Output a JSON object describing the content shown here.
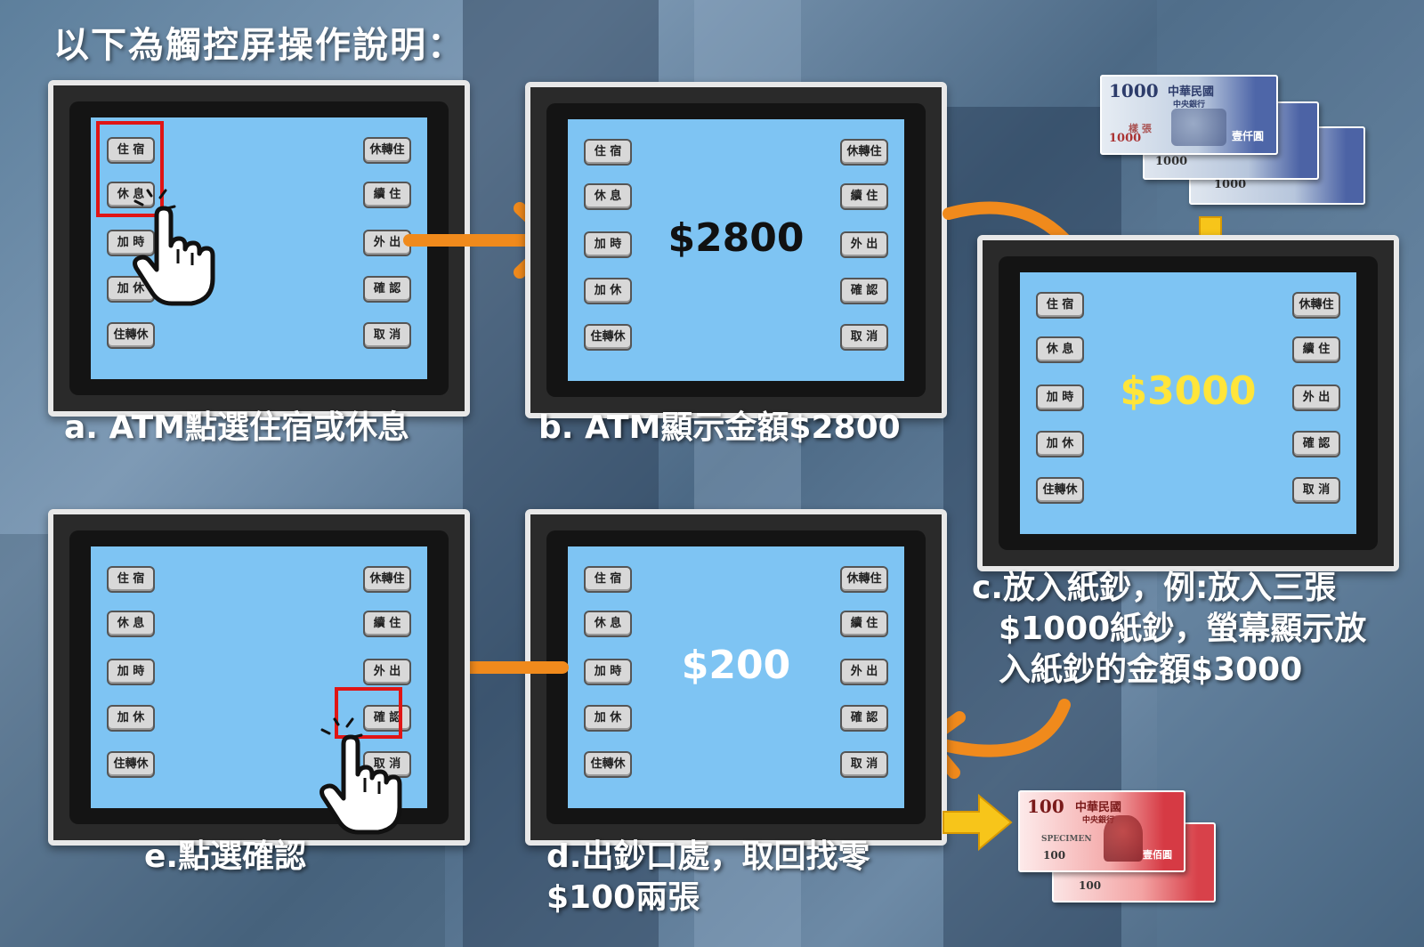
{
  "title": "以下為觸控屏操作說明：",
  "buttons": {
    "left": [
      "住 宿",
      "休 息",
      "加 時",
      "加 休",
      "住轉休"
    ],
    "right": [
      "休轉住",
      "續 住",
      "外 出",
      "確 認",
      "取 消"
    ]
  },
  "panels": {
    "a": {
      "caption": "a. ATM點選住宿或休息"
    },
    "b": {
      "caption": "b. ATM顯示金額$2800",
      "amount": "$2800"
    },
    "c": {
      "caption_line1": "c.放入紙鈔，例:放入三張",
      "caption_line2": "$1000紙鈔，螢幕顯示放",
      "caption_line3": "入紙鈔的金額$3000",
      "amount": "$3000"
    },
    "d": {
      "caption_line1": "d.出鈔口處，取回找零",
      "caption_line2": "$100兩張",
      "amount": "$200"
    },
    "e": {
      "caption": "e.點選確認"
    }
  },
  "banknotes": {
    "blue": {
      "value": "1000",
      "issuer": "中華民國",
      "bank": "中央銀行",
      "sample": "樣 張",
      "spelled": "壹仟圓"
    },
    "red": {
      "value": "100",
      "issuer": "中華民國",
      "bank": "中央銀行",
      "sample": "SPECIMEN",
      "spelled": "壹佰圓"
    }
  },
  "colors": {
    "screen": "#7ec4f3",
    "arrow_orange": "#f08a1c",
    "arrow_yellow": "#f7c51a",
    "highlight_red": "#e01515",
    "amount_yellow": "#ffe53a"
  }
}
